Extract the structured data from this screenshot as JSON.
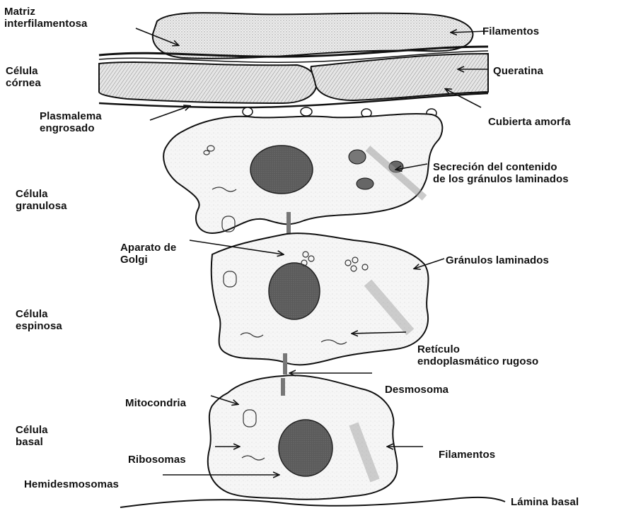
{
  "labels": {
    "matriz_interfilamentosa": "Matriz\ninterfilamentosa",
    "filamentos_top": "Filamentos",
    "celula_cornea": "Célula\ncórnea",
    "queratina": "Queratina",
    "plasmalema_engrosado": "Plasmalema\nengrosado",
    "cubierta_amorfa": "Cubierta amorfa",
    "secrecion_granulos": "Secreción del contenido\nde los gránulos laminados",
    "celula_granulosa": "Célula\ngranulosa",
    "aparato_golgi": "Aparato de\nGolgi",
    "granulos_laminados": "Gránulos laminados",
    "celula_espinosa": "Célula\nespinosa",
    "reticulo_endoplasmatico": "Retículo\nendoplasmático rugoso",
    "desmosoma": "Desmosoma",
    "mitocondria": "Mitocondria",
    "celula_basal": "Célula\nbasal",
    "ribosomas": "Ribosomas",
    "filamentos_bottom": "Filamentos",
    "hemidesmosomas": "Hemidesmosomas",
    "lamina_basal": "Lámina basal"
  },
  "colors": {
    "outline": "#111111",
    "stipple_light": "#dcdcdc",
    "stipple_dark": "#8a8a8a",
    "nucleus": "#555555"
  }
}
